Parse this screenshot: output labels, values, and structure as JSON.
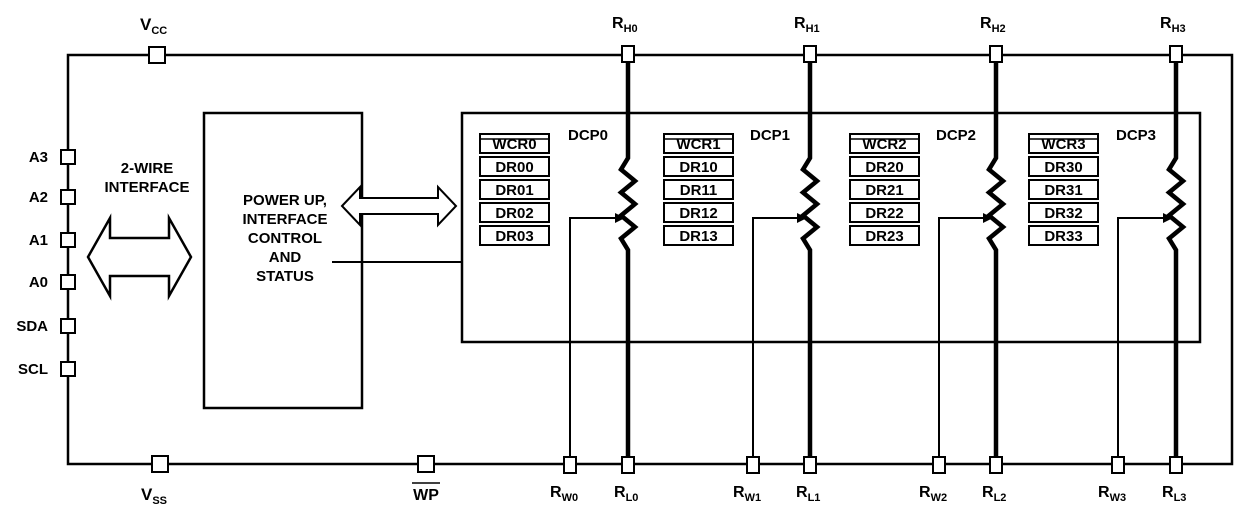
{
  "pins": {
    "vcc": {
      "main": "V",
      "sub": "CC"
    },
    "vss": {
      "main": "V",
      "sub": "SS"
    },
    "wp": "WP",
    "left": [
      "A3",
      "A2",
      "A1",
      "A0",
      "SDA",
      "SCL"
    ]
  },
  "interface_label": [
    "2-WIRE",
    "INTERFACE"
  ],
  "control_block": [
    "POWER UP,",
    "INTERFACE",
    "CONTROL",
    "AND",
    "STATUS"
  ],
  "dcps": [
    {
      "name": "DCP0",
      "registers": [
        "WCR0",
        "DR00",
        "DR01",
        "DR02",
        "DR03"
      ],
      "rh": {
        "main": "R",
        "sub": "H0"
      },
      "rl": {
        "main": "R",
        "sub": "L0"
      },
      "rw": {
        "main": "R",
        "sub": "W0"
      }
    },
    {
      "name": "DCP1",
      "registers": [
        "WCR1",
        "DR10",
        "DR11",
        "DR12",
        "DR13"
      ],
      "rh": {
        "main": "R",
        "sub": "H1"
      },
      "rl": {
        "main": "R",
        "sub": "L1"
      },
      "rw": {
        "main": "R",
        "sub": "W1"
      }
    },
    {
      "name": "DCP2",
      "registers": [
        "WCR2",
        "DR20",
        "DR21",
        "DR22",
        "DR23"
      ],
      "rh": {
        "main": "R",
        "sub": "H2"
      },
      "rl": {
        "main": "R",
        "sub": "L2"
      },
      "rw": {
        "main": "R",
        "sub": "W2"
      }
    },
    {
      "name": "DCP3",
      "registers": [
        "WCR3",
        "DR30",
        "DR31",
        "DR32",
        "DR33"
      ],
      "rh": {
        "main": "R",
        "sub": "H3"
      },
      "rl": {
        "main": "R",
        "sub": "L3"
      },
      "rw": {
        "main": "R",
        "sub": "W3"
      }
    }
  ]
}
